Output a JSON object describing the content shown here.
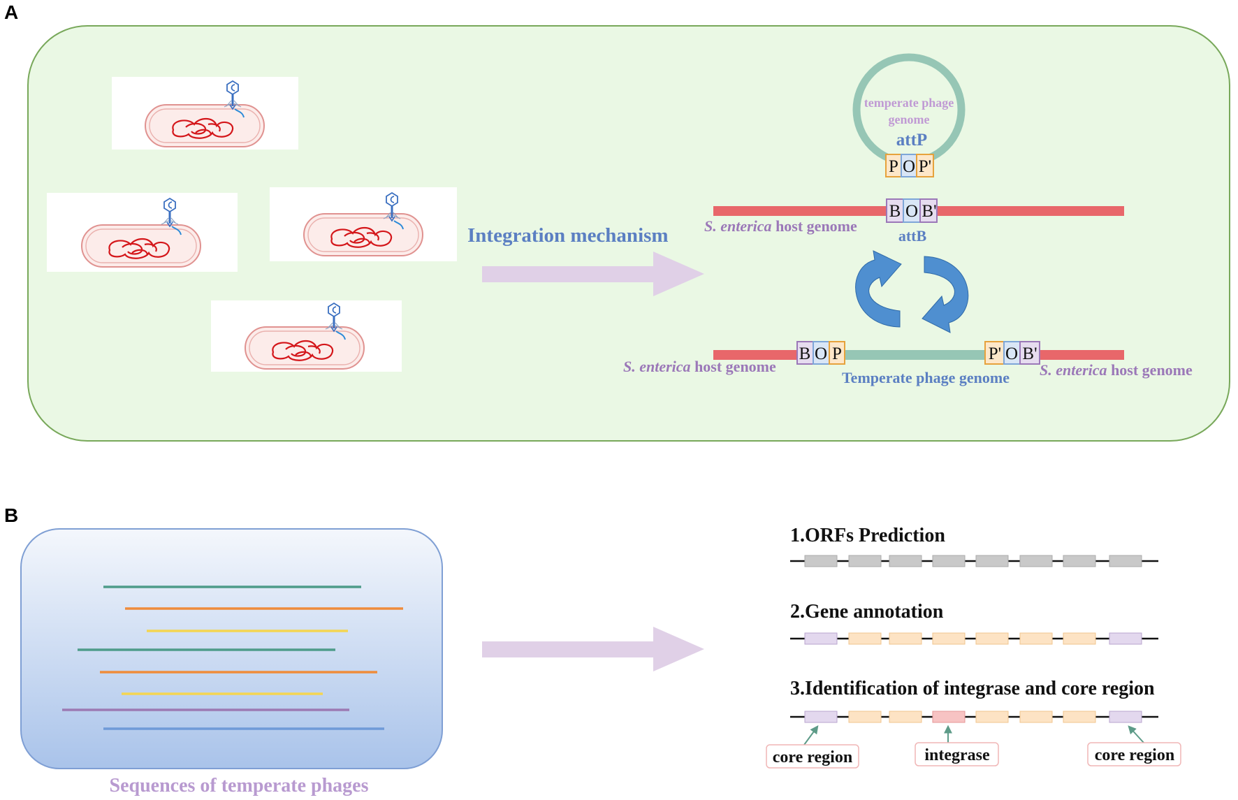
{
  "panel_a": {
    "letter": "A",
    "mechanism_label": "Integration mechanism",
    "circle_label_line1": "temperate phage",
    "circle_label_line2": "genome",
    "attP": "attP",
    "attB": "attB",
    "attP_sites": [
      "P",
      "O",
      "P'"
    ],
    "attB_sites": [
      "B",
      "O",
      "B'"
    ],
    "left_junction_sites": [
      "B",
      "O",
      "P"
    ],
    "right_junction_sites": [
      "P'",
      "O",
      "B'"
    ],
    "host_species": "S. enterica",
    "host_suffix": " host genome",
    "integrated_phage_label": "Temperate phage genome"
  },
  "panel_b": {
    "letter": "B",
    "sequences_caption": "Sequences of temperate phages",
    "steps": [
      {
        "title": "1.ORFs  Prediction"
      },
      {
        "title": "2.Gene annotation"
      },
      {
        "title": "3.Identification of  integrase and core region"
      }
    ],
    "callouts": {
      "core_left": "core region",
      "integrase": "integrase",
      "core_right": "core region"
    }
  },
  "colors": {
    "panel_a_border": "#78a85a",
    "panel_a_fill": "#eaf8e4",
    "host_line": "#e8676a",
    "phage_line": "#96c6b5",
    "mechanism_text": "#5b7fc2",
    "host_text": "#9b78b8",
    "arrow_fill": "#e0d0e7",
    "cycle_arrow": "#4f8fd0",
    "box_P": "#fde7c9",
    "box_O": "#d9e6f6",
    "box_B": "#e6dcef",
    "gene_grey": "#c9c9c9",
    "gene_orange": "#fde3c4",
    "gene_purple": "#e3d8ee",
    "gene_red": "#f7c3c3"
  }
}
